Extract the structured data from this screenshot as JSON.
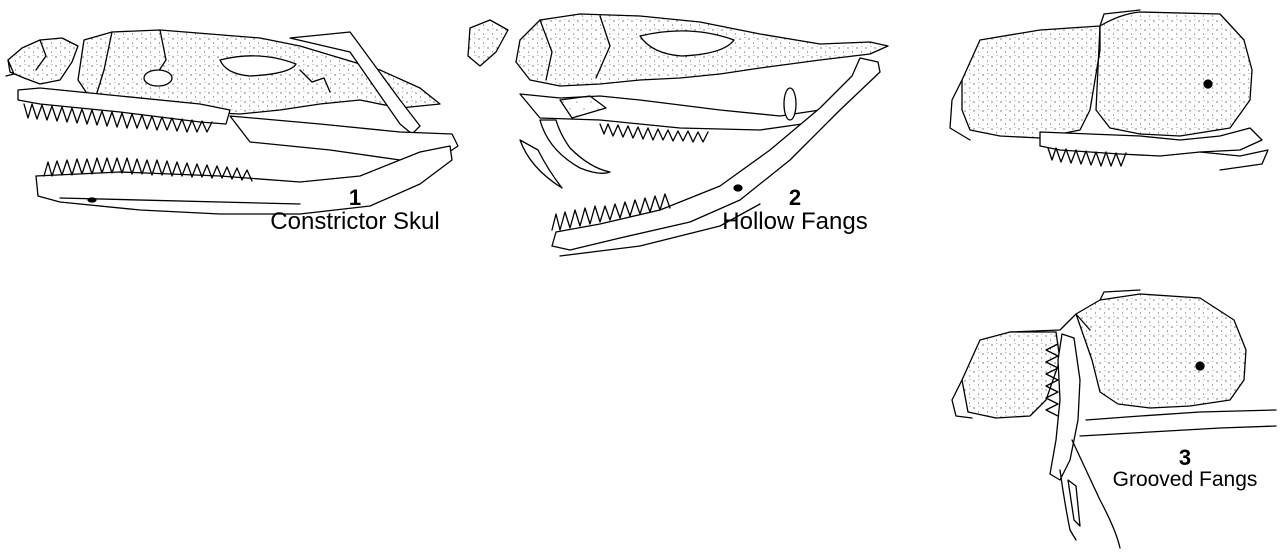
{
  "figures": [
    {
      "number": "1",
      "caption": "Constrictor Skul"
    },
    {
      "number": "2",
      "caption": "Hollow Fangs"
    },
    {
      "number": "3",
      "caption": "Grooved Fangs"
    }
  ],
  "colors": {
    "ink": "#000000",
    "background": "#ffffff",
    "stipple": "#222222"
  }
}
